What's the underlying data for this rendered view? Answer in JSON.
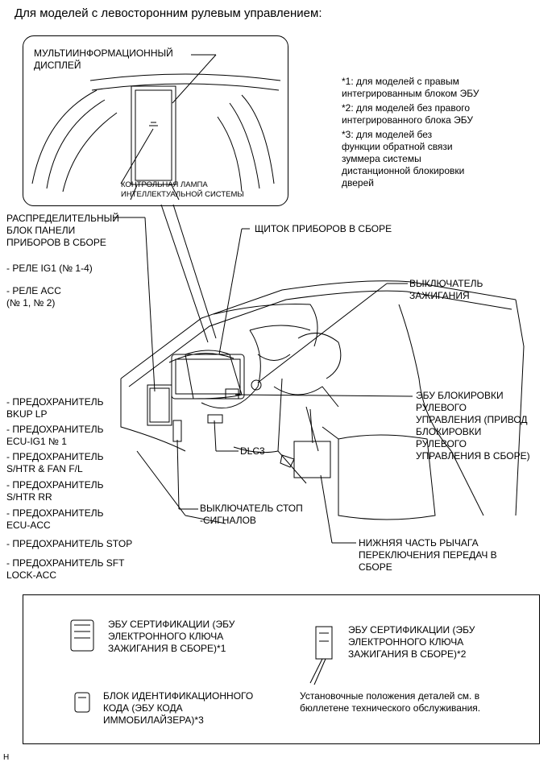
{
  "header": "Для моделей с левосторонним рулевым управлением:",
  "callout": {
    "display": "МУЛЬТИИНФОРМАЦИОННЫЙ\nДИСПЛЕЙ",
    "lamp": "КОНТРОЛЬНАЯ ЛАМПА\nИНТЕЛЛЕКТУАЛЬНОЙ СИСТЕМЫ"
  },
  "notes": {
    "n1": "*1: для моделей с правым\nинтегрированным блоком ЭБУ",
    "n2": "*2: для моделей без правого\nинтегрированного блока ЭБУ",
    "n3": "*3: для моделей без\nфункции обратной связи\nзуммера системы\nдистанционной блокировки\nдверей"
  },
  "left": {
    "junction": "РАСПРЕДЕЛИТЕЛЬНЫЙ\nБЛОК ПАНЕЛИ\nПРИБОРОВ В СБОРЕ",
    "relay1": "- РЕЛЕ IG1 (№ 1-4)",
    "relay2": "- РЕЛЕ ACC\n(№ 1, № 2)",
    "f1": "- ПРЕДОХРАНИТЕЛЬ\nBKUP LP",
    "f2": "- ПРЕДОХРАНИТЕЛЬ\nECU-IG1 № 1",
    "f3": "- ПРЕДОХРАНИТЕЛЬ\nS/HTR & FAN F/L",
    "f4": "- ПРЕДОХРАНИТЕЛЬ\nS/HTR RR",
    "f5": "- ПРЕДОХРАНИТЕЛЬ\nECU-ACC",
    "f6": "- ПРЕДОХРАНИТЕЛЬ STOP",
    "f7": "- ПРЕДОХРАНИТЕЛЬ SFT\nLOCK-ACC"
  },
  "labels": {
    "cluster": "ЩИТОК ПРИБОРОВ В СБОРЕ",
    "ignition": "ВЫКЛЮЧАТЕЛЬ\nЗАЖИГАНИЯ",
    "steering": "ЭБУ БЛОКИРОВКИ\nРУЛЕВОГО\nУПРАВЛЕНИЯ (ПРИВОД\nБЛОКИРОВКИ\nРУЛЕВОГО\nУПРАВЛЕНИЯ В СБОРЕ)",
    "dlc3": "DLC3",
    "stop": "ВЫКЛЮЧАТЕЛЬ СТОП\n-СИГНАЛОВ",
    "shift": "НИЖНЯЯ ЧАСТЬ РЫЧАГА\nПЕРЕКЛЮЧЕНИЯ ПЕРЕДАЧ В\nСБОРЕ"
  },
  "legend": {
    "cert1": "ЭБУ СЕРТИФИКАЦИИ (ЭБУ\nЭЛЕКТРОННОГО КЛЮЧА\nЗАЖИГАНИЯ В СБОРЕ)*1",
    "cert2": "ЭБУ СЕРТИФИКАЦИИ (ЭБУ\nЭЛЕКТРОННОГО КЛЮЧА\nЗАЖИГАНИЯ В СБОРЕ)*2",
    "immo": "БЛОК ИДЕНТИФИКАЦИОННОГО\nКОДА (ЭБУ КОДА\nИММОБИЛАЙЗЕРА)*3",
    "note": "Установочные положения деталей см. в\nбюллетене технического обслуживания."
  },
  "footer": "H"
}
